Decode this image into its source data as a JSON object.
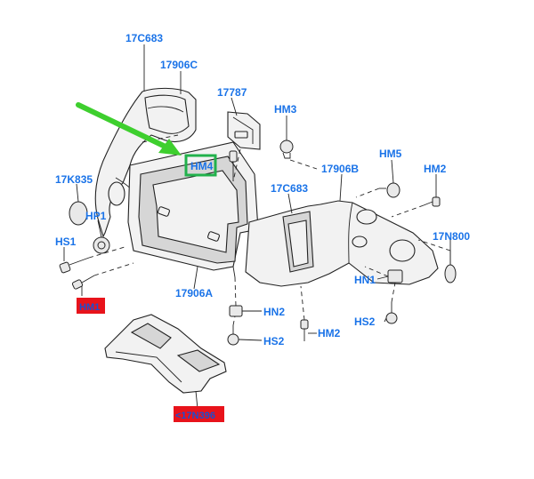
{
  "labels": {
    "p17c683_top": "17C683",
    "p17906c": "17906C",
    "p17787": "17787",
    "hm3": "HM3",
    "hm4": "HM4",
    "p17k835": "17K835",
    "hp1": "HP1",
    "hs1": "HS1",
    "hm5": "HM5",
    "hm2_right": "HM2",
    "p17906b": "17906B",
    "p17c683_mid": "17C683",
    "p17n800": "17N800",
    "hn1": "HN1",
    "p17906a": "17906A",
    "hn2": "HN2",
    "hs2_left": "HS2",
    "hm2_lower": "HM2",
    "hs2_right": "HS2",
    "hm1_tag": "HM1",
    "p17n396_tag": "<17N396"
  },
  "colors": {
    "label_blue": "#1a73e8",
    "tag_red": "#e8131b",
    "highlight_green": "#22b14c",
    "arrow_green": "#3ecf2e"
  }
}
